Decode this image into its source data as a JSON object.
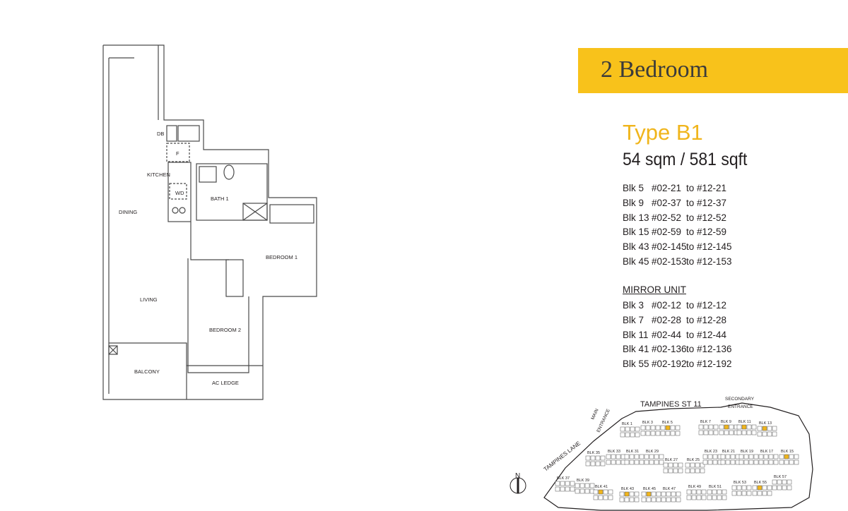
{
  "floorplan": {
    "rooms": {
      "db": "DB",
      "f": "F",
      "kitchen": "KITCHEN",
      "wd": "WD",
      "bath1": "BATH 1",
      "dining": "DINING",
      "bedroom1": "BEDROOM 1",
      "living": "LIVING",
      "bedroom2": "BEDROOM 2",
      "balcony": "BALCONY",
      "ac_ledge": "AC LEDGE"
    }
  },
  "header": {
    "banner_title": "2 Bedroom",
    "banner_color": "#f8c21b",
    "type_title": "Type B1",
    "type_color": "#f0b51c",
    "area": "54 sqm / 581 sqft"
  },
  "units": [
    {
      "blk": "Blk 5",
      "from": "#02-21",
      "to": "to #12-21"
    },
    {
      "blk": "Blk 9",
      "from": "#02-37",
      "to": "to #12-37"
    },
    {
      "blk": "Blk 13",
      "from": "#02-52",
      "to": "to #12-52"
    },
    {
      "blk": "Blk 15",
      "from": "#02-59",
      "to": "to #12-59"
    },
    {
      "blk": "Blk 43",
      "from": "#02-145",
      "to": "to #12-145"
    },
    {
      "blk": "Blk 45",
      "from": "#02-153",
      "to": "to #12-153"
    }
  ],
  "mirror": {
    "label": "MIRROR UNIT",
    "units": [
      {
        "blk": "Blk 3",
        "from": "#02-12",
        "to": "to #12-12"
      },
      {
        "blk": "Blk 7",
        "from": "#02-28",
        "to": "to #12-28"
      },
      {
        "blk": "Blk 11",
        "from": "#02-44",
        "to": "to #12-44"
      },
      {
        "blk": "Blk 41",
        "from": "#02-136",
        "to": "to #12-136"
      },
      {
        "blk": "Blk 55",
        "from": "#02-192",
        "to": "to #12-192"
      }
    ]
  },
  "siteplan": {
    "road_north": "TAMPINES ST 11",
    "road_west": "TAMPINES LANE",
    "main_entrance": [
      "MAIN",
      "ENTRANCE"
    ],
    "secondary_entrance": [
      "SECONDARY",
      "ENTRANCE"
    ],
    "north": "N",
    "blocks": [
      "BLK 1",
      "BLK 3",
      "BLK 5",
      "BLK 7",
      "BLK 9",
      "BLK 11",
      "BLK 13",
      "BLK 35",
      "BLK 33",
      "BLK 31",
      "BLK 29",
      "BLK 27",
      "BLK 25",
      "BLK 23",
      "BLK 21",
      "BLK 19",
      "BLK 17",
      "BLK 15",
      "BLK 37",
      "BLK 39",
      "BLK 41",
      "BLK 43",
      "BLK 45",
      "BLK 47",
      "BLK 49",
      "BLK 51",
      "BLK 53",
      "BLK 55",
      "BLK 57"
    ],
    "highlight_color": "#f0b51c"
  }
}
